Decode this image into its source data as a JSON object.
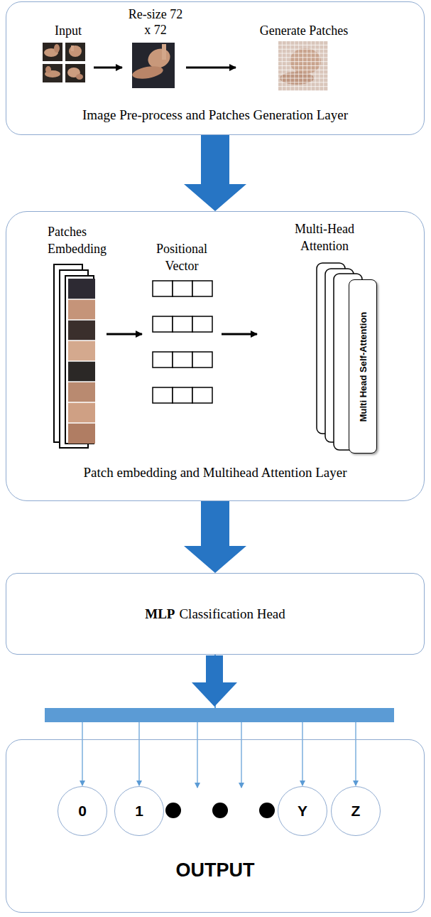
{
  "diagram": {
    "nodes": [
      {
        "text": [
          "Image Pre-process and Patches Generation Layer"
        ]
      },
      {
        "text": [
          "Patch embedding and Multihead Attention Layer"
        ]
      },
      {
        "text": [
          "Multi Head Self-Attention"
        ],
        "in": 1
      },
      {
        "text": [
          "MLP",
          "Classification Head"
        ]
      },
      {
        "text": [
          "OUTPUT"
        ]
      },
      {
        "text": [
          "0"
        ],
        "in": 4
      },
      {
        "text": [
          "1"
        ],
        "in": 4
      },
      {
        "text": [
          "Y"
        ],
        "in": 4
      },
      {
        "text": [
          "Z"
        ],
        "in": 4
      }
    ],
    "edges": [
      {
        "from": 0,
        "to": 1,
        "arrow": "to"
      },
      {
        "from": 1,
        "to": 3,
        "arrow": "to"
      },
      {
        "from": 3,
        "to": 5,
        "arrow": "to"
      },
      {
        "from": 3,
        "to": 6,
        "arrow": "to"
      },
      {
        "from": 3,
        "to": 7,
        "arrow": "to"
      },
      {
        "from": 3,
        "to": 8,
        "arrow": "to"
      }
    ],
    "labels": [
      "Input",
      "Re-size 72 x 72",
      "Generate Patches",
      "Patches Embedding",
      "Positional Vector",
      "Multi-Head Attention"
    ]
  }
}
